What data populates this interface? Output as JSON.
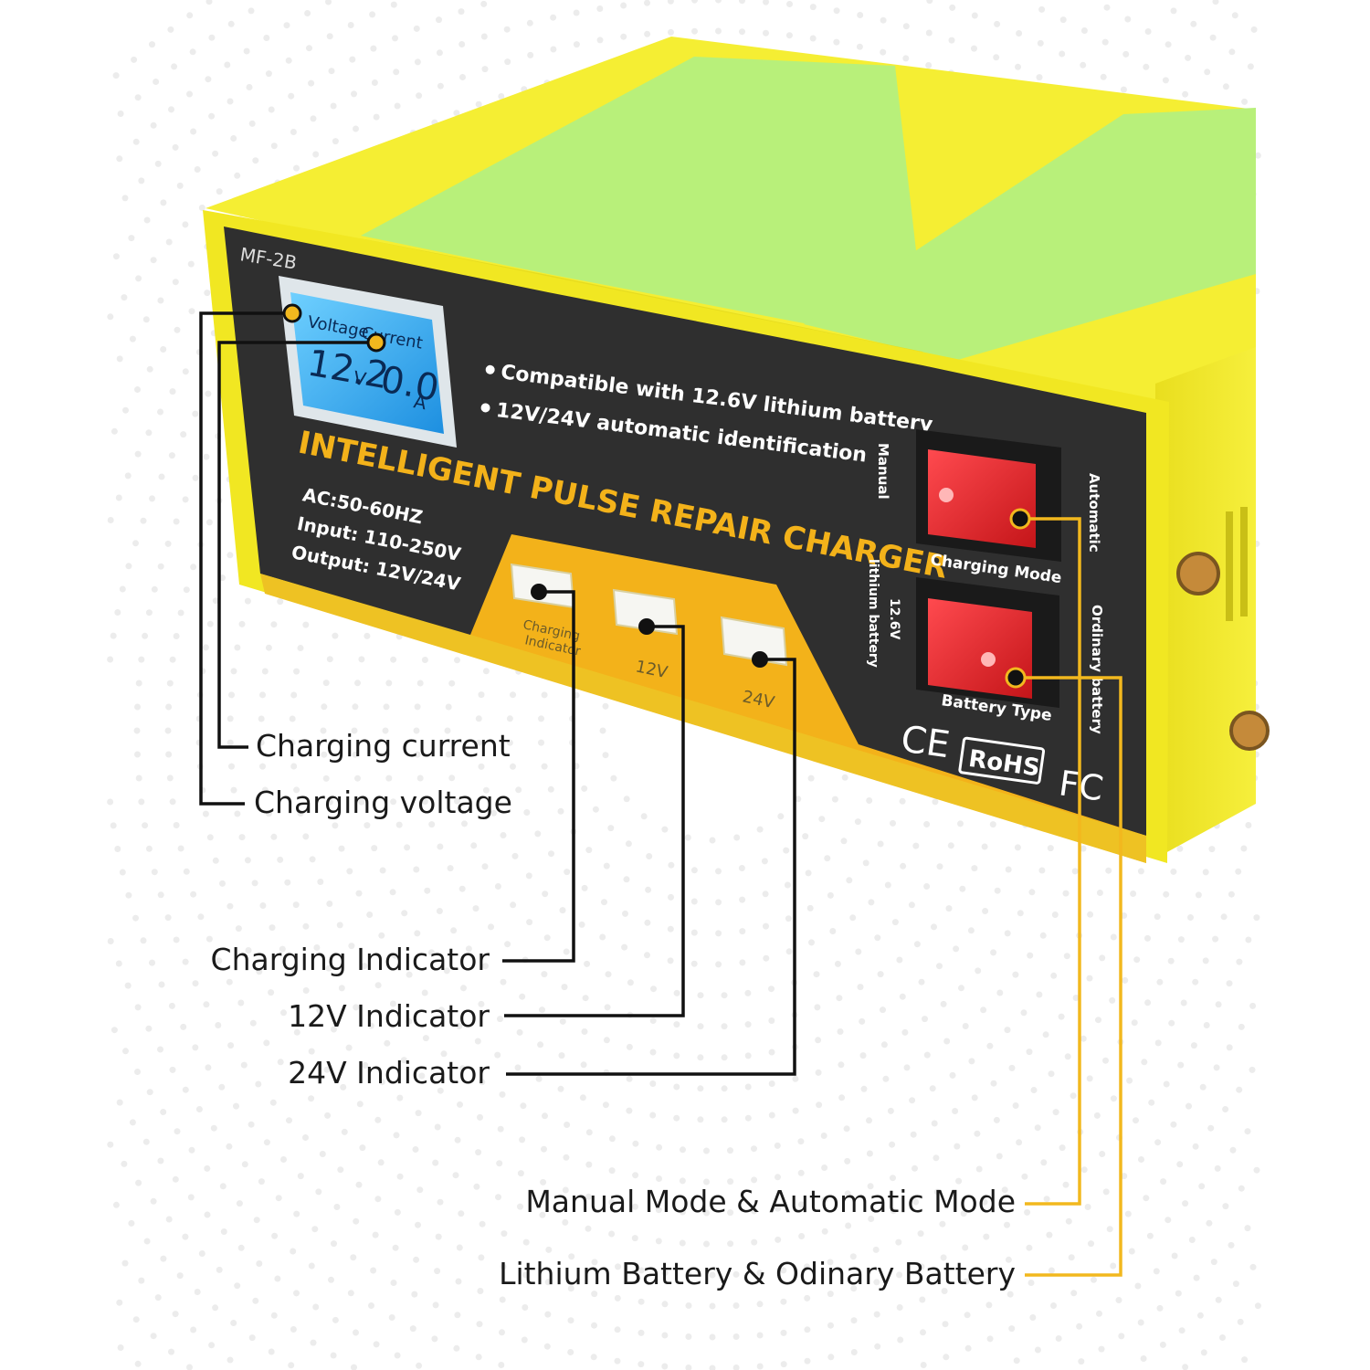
{
  "device": {
    "model": "MF-2B",
    "lcd": {
      "label_voltage": "Voltage",
      "label_current": "Current",
      "voltage_value": "12.2",
      "voltage_unit": "V",
      "current_value": "0.0",
      "current_unit": "A"
    },
    "features": [
      "Compatible with 12.6V lithium battery",
      "12V/24V automatic identification"
    ],
    "product_name": "INTELLIGENT PULSE REPAIR CHARGER",
    "specs": [
      "AC:50-60HZ",
      "Input: 110-250V",
      "Output: 12V/24V"
    ],
    "indicators": [
      {
        "line1": "Charging",
        "line2": "Indicator"
      },
      {
        "line1": "12V",
        "line2": ""
      },
      {
        "line1": "24V",
        "line2": ""
      }
    ],
    "switch_mode": {
      "left": "Manual",
      "right": "Automatic",
      "label": "Charging Mode"
    },
    "switch_battery": {
      "left_1": "12.6V",
      "left_2": "lithium battery",
      "right": "Ordinary battery",
      "label": "Battery Type"
    },
    "certs": [
      "CE",
      "RoHS",
      "FC"
    ]
  },
  "callouts": {
    "charging_current": "Charging current",
    "charging_voltage": "Charging voltage",
    "charging_indicator": "Charging Indicator",
    "indicator_12v": "12V Indicator",
    "indicator_24v": "24V Indicator",
    "mode": "Manual Mode & Automatic Mode",
    "battery": "Lithium Battery & Odinary Battery"
  },
  "colors": {
    "body_yellow": "#f4ec2c",
    "stripe_green": "#b8f07a",
    "panel_dark": "#2f2f2f",
    "accent_orange": "#f3b21a",
    "lcd_blue": "#35aef0",
    "switch_red": "#e8252c",
    "leader_yellow": "#f2b81e",
    "leader_black": "#111111"
  }
}
